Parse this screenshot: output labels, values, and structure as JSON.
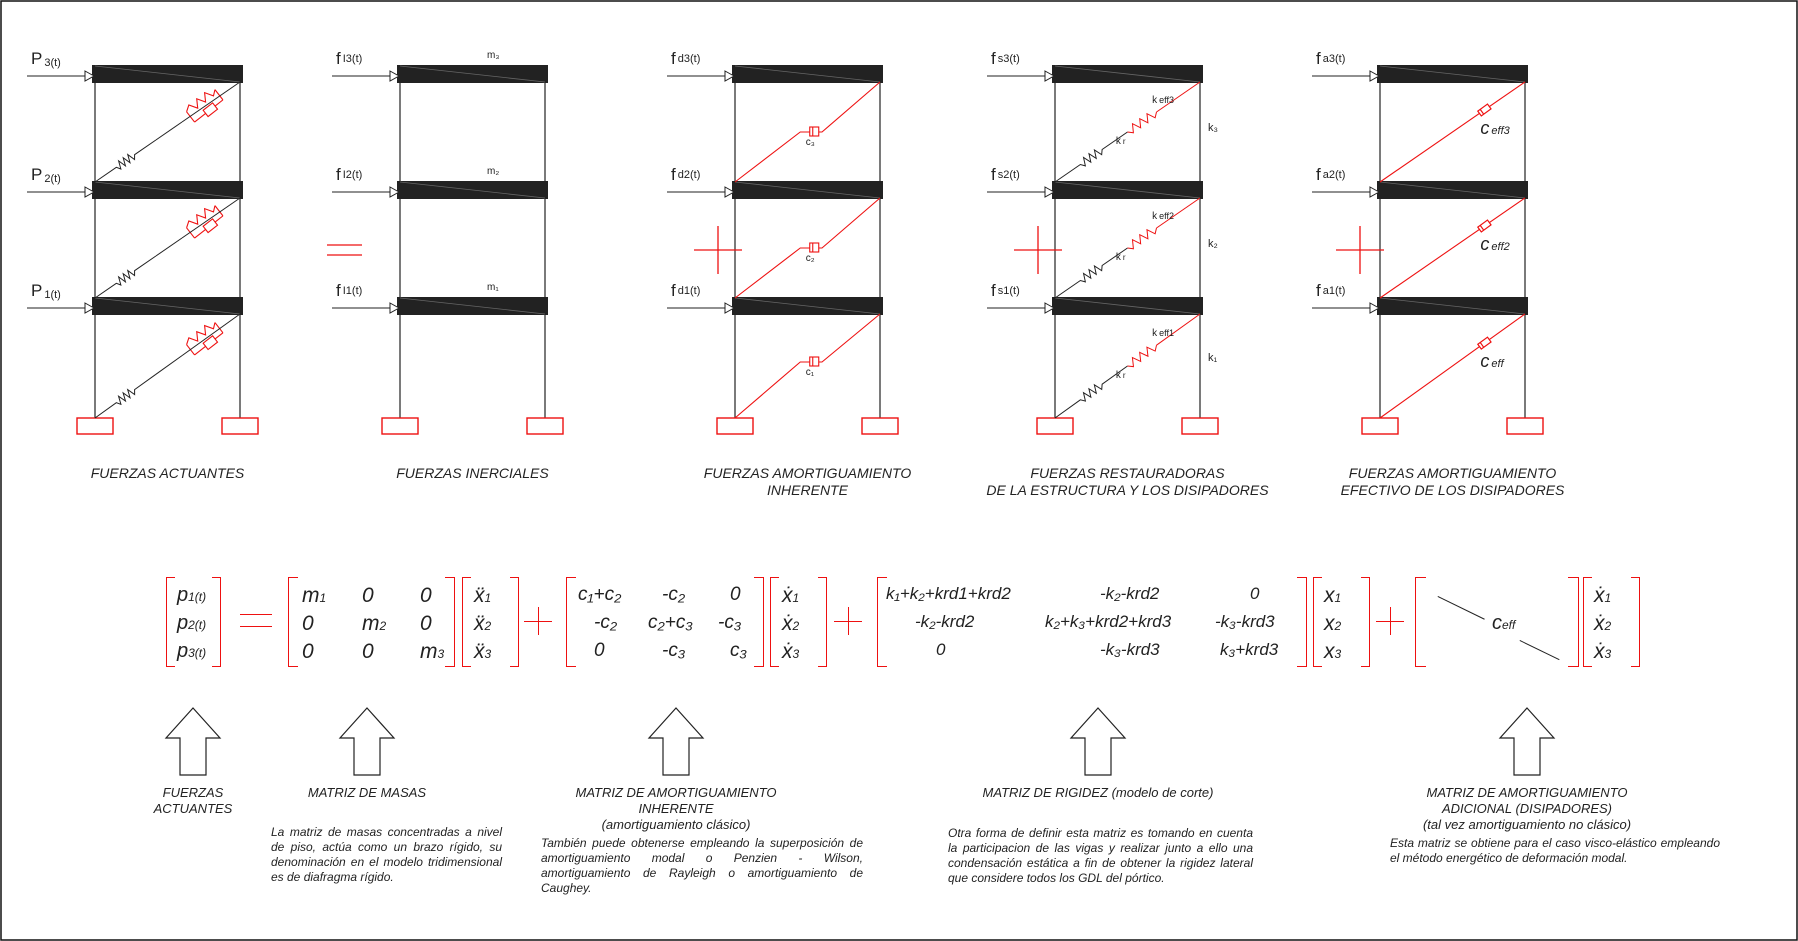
{
  "frames": [
    {
      "id": "actuantes",
      "title_lines": [
        "FUERZAS ACTUANTES"
      ],
      "force_labels": [
        {
          "main": "P",
          "sub": "3(t)"
        },
        {
          "main": "P",
          "sub": "2(t)"
        },
        {
          "main": "P",
          "sub": "1(t)"
        }
      ]
    },
    {
      "id": "inerciales",
      "title_lines": [
        "FUERZAS INERCIALES"
      ],
      "force_labels": [
        {
          "main": "f",
          "sub": "I3(t)"
        },
        {
          "main": "f",
          "sub": "I2(t)"
        },
        {
          "main": "f",
          "sub": "I1(t)"
        }
      ],
      "mass_labels": [
        "m₃",
        "m₂",
        "m₁"
      ]
    },
    {
      "id": "amort_inherente",
      "title_lines": [
        "FUERZAS AMORTIGUAMIENTO",
        "INHERENTE"
      ],
      "force_labels": [
        {
          "main": "f",
          "sub": "d3(t)"
        },
        {
          "main": "f",
          "sub": "d2(t)"
        },
        {
          "main": "f",
          "sub": "d1(t)"
        }
      ],
      "damper_labels": [
        "c₃",
        "c₂",
        "c₁"
      ]
    },
    {
      "id": "restauradoras",
      "title_lines": [
        "FUERZAS RESTAURADORAS",
        "DE LA ESTRUCTURA Y LOS DISIPADORES"
      ],
      "force_labels": [
        {
          "main": "f",
          "sub": "s3(t)"
        },
        {
          "main": "f",
          "sub": "s2(t)"
        },
        {
          "main": "f",
          "sub": "s1(t)"
        }
      ],
      "keff_labels": [
        {
          "main": "k",
          "sub": "eff3"
        },
        {
          "main": "k",
          "sub": "eff2"
        },
        {
          "main": "k",
          "sub": "eff1"
        }
      ],
      "kr_label": {
        "main": "k",
        "sub": "r"
      },
      "k_labels": [
        "k₃",
        "k₂",
        "k₁"
      ]
    },
    {
      "id": "amort_efectivo",
      "title_lines": [
        "FUERZAS AMORTIGUAMIENTO",
        "EFECTIVO DE LOS DISIPADORES"
      ],
      "force_labels": [
        {
          "main": "f",
          "sub": "a3(t)"
        },
        {
          "main": "f",
          "sub": "a2(t)"
        },
        {
          "main": "f",
          "sub": "a1(t)"
        }
      ],
      "ceff_labels": [
        {
          "main": "c",
          "sub": "eff3"
        },
        {
          "main": "c",
          "sub": "eff2"
        },
        {
          "main": "c",
          "sub": "eff"
        }
      ]
    }
  ],
  "operators": {
    "equals": "=",
    "plus": "+"
  },
  "equation": {
    "p_vector": [
      {
        "main": "p",
        "sub": "1(t)"
      },
      {
        "main": "p",
        "sub": "2(t)"
      },
      {
        "main": "p",
        "sub": "3(t)"
      }
    ],
    "mass_matrix": [
      [
        {
          "main": "m",
          "sub": "1"
        },
        {
          "main": "0"
        },
        {
          "main": "0"
        }
      ],
      [
        {
          "main": "0"
        },
        {
          "main": "m",
          "sub": "2"
        },
        {
          "main": "0"
        }
      ],
      [
        {
          "main": "0"
        },
        {
          "main": "0"
        },
        {
          "main": "m",
          "sub": "3"
        }
      ]
    ],
    "acc_vector": [
      {
        "main": "ẍ",
        "sub": "1"
      },
      {
        "main": "ẍ",
        "sub": "2"
      },
      {
        "main": "ẍ",
        "sub": "3"
      }
    ],
    "damp_matrix": [
      [
        "c₁+c₂",
        "-c₂",
        "0"
      ],
      [
        "-c₂",
        "c₂+c₃",
        "-c₃"
      ],
      [
        "0",
        "-c₃",
        "c₃"
      ]
    ],
    "vel_vector": [
      {
        "main": "ẋ",
        "sub": "1"
      },
      {
        "main": "ẋ",
        "sub": "2"
      },
      {
        "main": "ẋ",
        "sub": "3"
      }
    ],
    "stiff_matrix": [
      [
        "k₁+k₂+k_rd1+k_rd2",
        "-k₂-k_rd2",
        "0"
      ],
      [
        "-k₂-k_rd2",
        "k₂+k₃+k_rd2+k_rd3",
        "-k₃-k_rd3"
      ],
      [
        "0",
        "-k₃-k_rd3",
        "k₃+k_rd3"
      ]
    ],
    "disp_vector": [
      {
        "main": "x",
        "sub": "1"
      },
      {
        "main": "x",
        "sub": "2"
      },
      {
        "main": "x",
        "sub": "3"
      }
    ],
    "ceff_label": {
      "main": "c",
      "sub": "eff"
    },
    "vel_vector2": [
      {
        "main": "ẋ",
        "sub": "1"
      },
      {
        "main": "ẋ",
        "sub": "2"
      },
      {
        "main": "ẋ",
        "sub": "3"
      }
    ]
  },
  "explanations": [
    {
      "title_lines": [
        "FUERZAS",
        "ACTUANTES"
      ],
      "body": ""
    },
    {
      "title_lines": [
        "MATRIZ DE MASAS"
      ],
      "body": "La matriz de masas concentradas a nivel de piso, actúa como un brazo rígido, su denominación en el modelo tridimensional es de diafragma rígido."
    },
    {
      "title_lines": [
        "MATRIZ DE AMORTIGUAMIENTO",
        "INHERENTE",
        "(amortiguamiento clásico)"
      ],
      "body": "También puede obtenerse empleando la superposición de amortiguamiento modal o Penzien - Wilson, amortiguamiento de Rayleigh o amortiguamiento de Caughey."
    },
    {
      "title_lines": [
        "MATRIZ DE RIGIDEZ (modelo de corte)"
      ],
      "body": "Otra forma de definir esta matriz es tomando en cuenta la participacion de las vigas y realizar junto a ello una condensación estática a fin de obtener la rigidez lateral que considere todos los GDL del pórtico."
    },
    {
      "title_lines": [
        "MATRIZ DE AMORTIGUAMIENTO",
        "ADICIONAL (DISIPADORES)",
        "(tal vez amortiguamiento no clásico)"
      ],
      "body": "Esta matriz se obtiene para el caso visco-elástico empleando el método energético de deformación modal."
    }
  ]
}
